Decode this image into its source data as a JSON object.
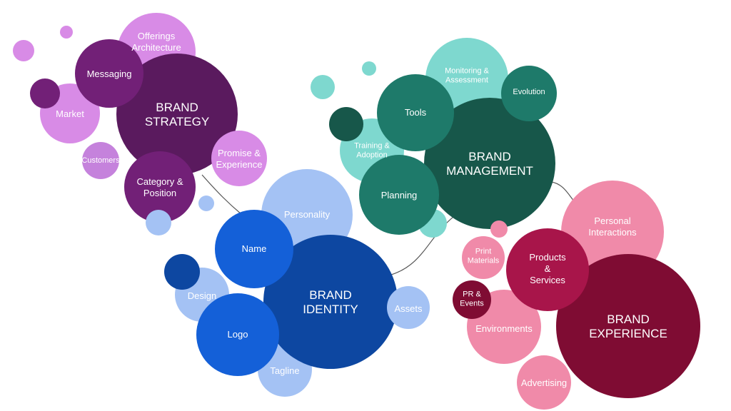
{
  "diagram": {
    "colors": {
      "strategy_dark": "#5a1a5e",
      "strategy_mid": "#722077",
      "strategy_light": "#d88be6",
      "strategy_pale": "#c582dc",
      "management_dark": "#17574a",
      "management_mid": "#1e7a6a",
      "management_light": "#7ed8cf",
      "identity_dark": "#0d47a1",
      "identity_mid": "#1460d8",
      "identity_light": "#a4c2f4",
      "experience_dark": "#7f0c33",
      "experience_mid": "#a8154a",
      "experience_light": "#f08aa9",
      "connector": "#555555"
    },
    "clusters": {
      "strategy": {
        "core": [
          "BRAND",
          "STRATEGY"
        ],
        "messaging": [
          "Messaging"
        ],
        "offerings": [
          "Offerings",
          "Architecture"
        ],
        "market": [
          "Market"
        ],
        "customers": [
          "Customers"
        ],
        "promise": [
          "Promise &",
          "Experience"
        ],
        "category": [
          "Category &",
          "Position"
        ]
      },
      "management": {
        "core": [
          "BRAND",
          "MANAGEMENT"
        ],
        "tools": [
          "Tools"
        ],
        "monitoring": [
          "Monitoring &",
          "Assessment"
        ],
        "evolution": [
          "Evolution"
        ],
        "training": [
          "Training &",
          "Adoption"
        ],
        "planning": [
          "Planning"
        ]
      },
      "identity": {
        "core": [
          "BRAND",
          "IDENTITY"
        ],
        "name": [
          "Name"
        ],
        "personality": [
          "Personality"
        ],
        "design": [
          "Design"
        ],
        "logo": [
          "Logo"
        ],
        "tagline": [
          "Tagline"
        ],
        "assets": [
          "Assets"
        ]
      },
      "experience": {
        "core": [
          "BRAND",
          "EXPERIENCE"
        ],
        "personal": [
          "Personal",
          "Interactions"
        ],
        "products": [
          "Products",
          "&",
          "Services"
        ],
        "print": [
          "Print",
          "Materials"
        ],
        "pr": [
          "PR &",
          "Events"
        ],
        "environments": [
          "Environments"
        ],
        "advertising": [
          "Advertising"
        ]
      }
    }
  }
}
